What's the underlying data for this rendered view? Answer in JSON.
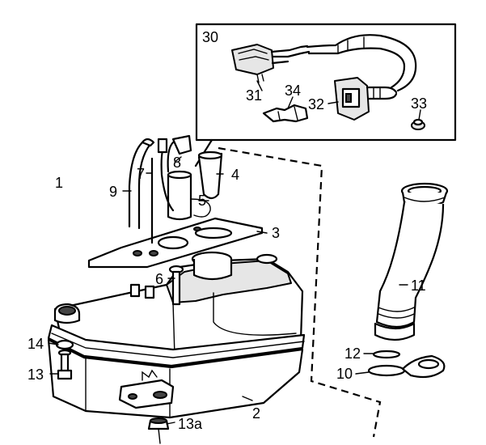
{
  "callouts": {
    "c1": "1",
    "c2": "2",
    "c3": "3",
    "c4": "4",
    "c5": "5",
    "c6": "6",
    "c7": "7",
    "c8": "8",
    "c9": "9",
    "c10": "10",
    "c11": "11",
    "c12": "12",
    "c13": "13",
    "c13a": "13a",
    "c14": "14",
    "c30": "30",
    "c31": "31",
    "c32": "32",
    "c33": "33",
    "c34": "34"
  }
}
